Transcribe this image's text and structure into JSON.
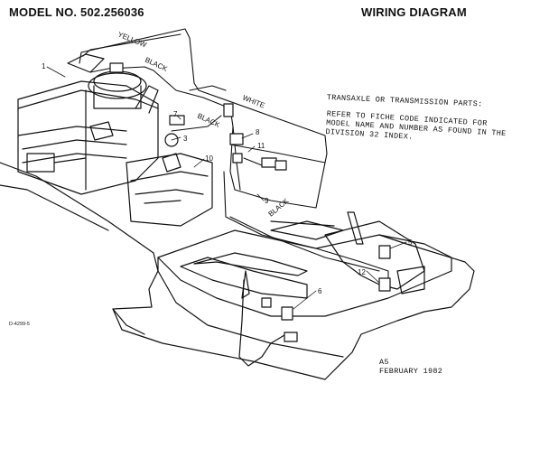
{
  "header": {
    "model_label": "MODEL NO. 502.256036",
    "diagram_title": "WIRING DIAGRAM"
  },
  "notes": {
    "heading": "TRANSAXLE OR TRANSMISSION PARTS:",
    "lines": [
      "REFER TO FICHE CODE INDICATED FOR",
      "MODEL NAME AND NUMBER AS FOUND IN THE",
      "DIVISION 32 INDEX."
    ]
  },
  "footer": {
    "revision": "A5",
    "date": "FEBRUARY 1982",
    "drawing_code": "D-4299-5"
  },
  "wire_labels": {
    "yellow": "YELLOW",
    "black_top": "BLACK",
    "white": "WHITE",
    "black_mid": "BLACK",
    "black_low": "BLACK"
  },
  "callouts": [
    "1",
    "3",
    "5",
    "6",
    "7",
    "8",
    "9",
    "10",
    "11",
    "12"
  ]
}
